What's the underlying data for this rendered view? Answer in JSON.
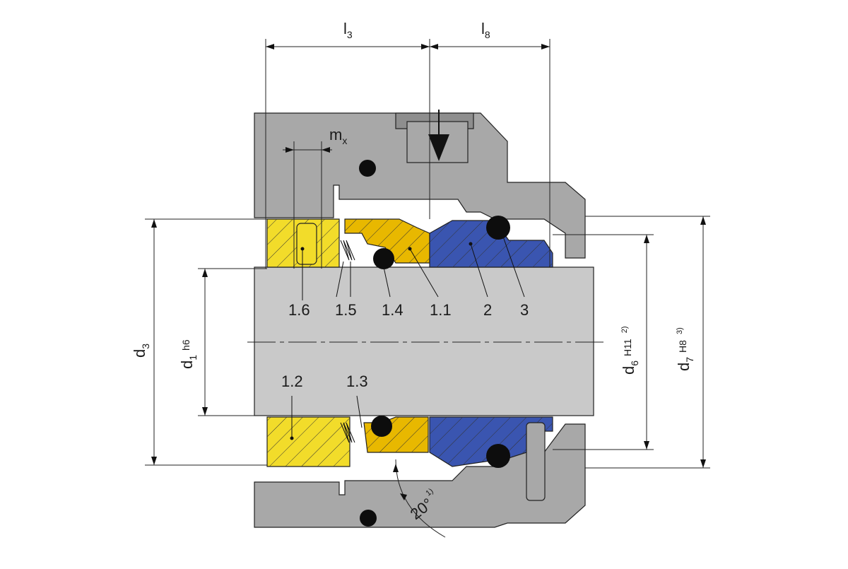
{
  "colors": {
    "housing": "#a8a8a8",
    "housing_dark": "#8e8e8e",
    "shaft": "#c9c9c9",
    "yellow": "#f2dc2a",
    "yellow_dark": "#e8b800",
    "blue": "#3a55b0",
    "oring": "#0d0d0d"
  },
  "dimensions": {
    "l3": {
      "main": "l",
      "sub": "3"
    },
    "l8": {
      "main": "l",
      "sub": "8"
    },
    "mx": {
      "main": "m",
      "sub": "x"
    },
    "d3": {
      "main": "d",
      "sub": "3"
    },
    "d1": {
      "main": "d",
      "sub": "1",
      "tol": "h6"
    },
    "d6": {
      "main": "d",
      "sub": "6",
      "tol": "H11",
      "note": "2)"
    },
    "d7": {
      "main": "d",
      "sub": "7",
      "tol": "H8",
      "note": "3)"
    },
    "angle": "20°",
    "angle_note": "1)"
  },
  "parts": {
    "p1_6": "1.6",
    "p1_5": "1.5",
    "p1_4": "1.4",
    "p1_1": "1.1",
    "p2": "2",
    "p3": "3",
    "p1_2": "1.2",
    "p1_3": "1.3"
  }
}
